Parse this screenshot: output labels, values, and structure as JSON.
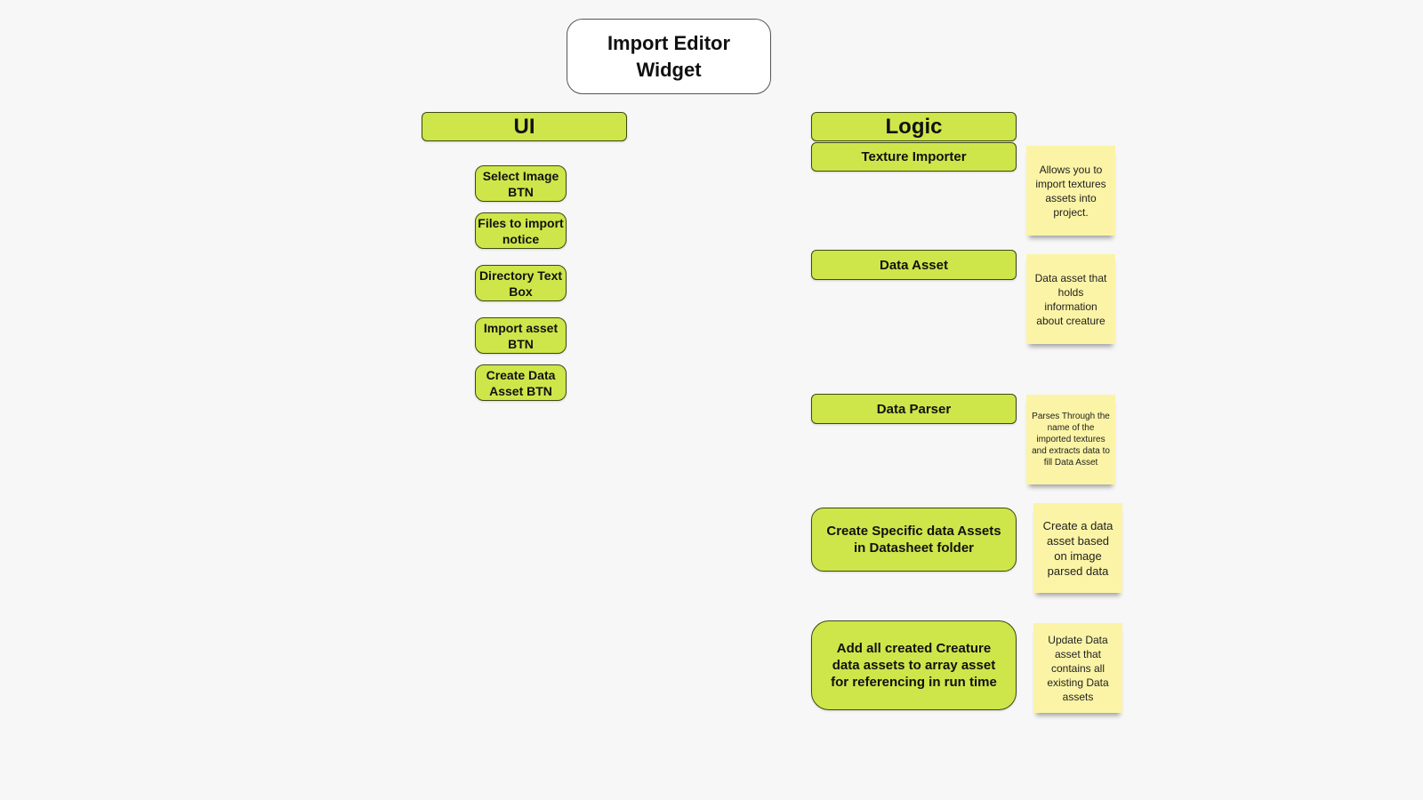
{
  "title": "Import Editor Widget",
  "ui": {
    "header": "UI",
    "items": [
      "Select Image BTN",
      "Files to import notice",
      "Directory Text Box",
      "Import asset BTN",
      "Create Data Asset BTN"
    ]
  },
  "logic": {
    "header": "Logic",
    "items": [
      "Texture Importer",
      "Data Asset",
      "Data Parser",
      "Create Specific data Assets in Datasheet folder",
      "Add all created Creature data assets to array asset for referencing in run time"
    ]
  },
  "notes": [
    "Allows you to import textures assets into project.",
    "Data asset that holds information about creature",
    "Parses Through the name of the imported textures and extracts data to fill Data Asset",
    "Create a data asset based on image parsed data",
    "Update Data asset that contains all existing Data assets"
  ],
  "colors": {
    "node_green": "#cfe64a",
    "sticky_note": "#fbf4a6",
    "background": "#f7f7f7"
  }
}
